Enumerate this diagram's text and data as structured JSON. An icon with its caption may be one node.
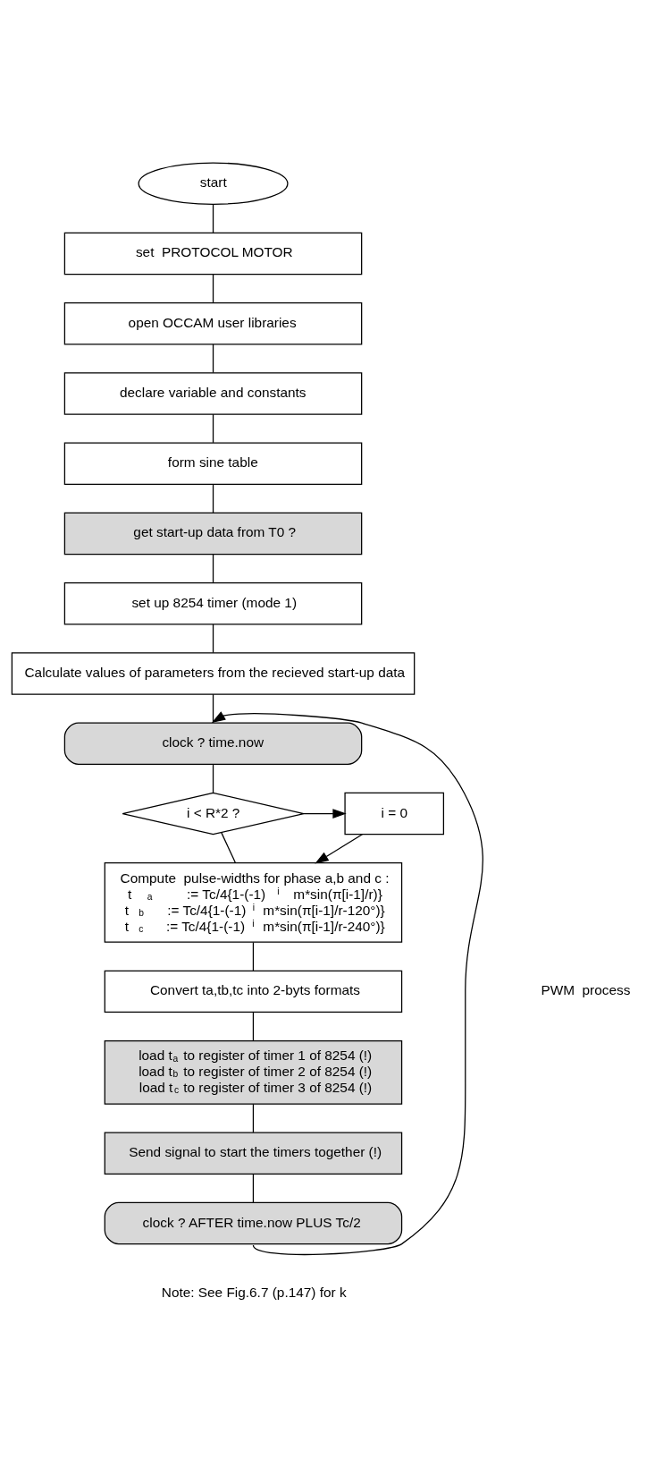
{
  "diagram": {
    "nodes": [
      {
        "text": [
          "start"
        ]
      },
      {
        "text": [
          "set  PROTOCOL MOTOR"
        ]
      },
      {
        "text": [
          "open OCCAM user libraries"
        ]
      },
      {
        "text": [
          "declare variable and constants"
        ]
      },
      {
        "text": [
          "form sine table"
        ]
      },
      {
        "text": [
          "get start-up data from T0 ?"
        ]
      },
      {
        "text": [
          "set up 8254 timer (mode 1)"
        ]
      },
      {
        "text": [
          "Calculate values of parameters from the recieved start-up data"
        ]
      },
      {
        "text": [
          "clock ? time.now"
        ]
      },
      {
        "text": [
          "i < R*2 ?"
        ]
      },
      {
        "text": [
          "i = 0"
        ]
      },
      {
        "text": [
          "Compute  pulse-widths for phase a,b and c :",
          "t$_{a}$ := Tc/4{1-(-1)$^{i}$m*sin(π[i-1]/r)}",
          "t$_{b}$ := Tc/4{1-(-1)$^{i}$m*sin(π[i-1]/r-120°)}",
          "t$_{c}$ := Tc/4{1-(-1)$^{i}$m*sin(π[i-1]/r-240°)}"
        ]
      },
      {
        "text": [
          "Convert ta,tb,tc into 2-byts formats"
        ]
      },
      {
        "text": [
          "load t$_{a}$ to register of timer 1 of 8254 (!)",
          "load t$_{b}$ to register of timer 2 of 8254 (!)",
          "load t$_{c}$ to register of timer 3 of 8254 (!)"
        ]
      },
      {
        "text": [
          "Send signal to start the timers together (!)"
        ]
      },
      {
        "text": [
          "clock ? AFTER time.now PLUS Tc/2"
        ]
      }
    ],
    "edges": [
      {
        "from": 0,
        "to": 1,
        "arrow": "none"
      },
      {
        "from": 1,
        "to": 2,
        "arrow": "none"
      },
      {
        "from": 2,
        "to": 3,
        "arrow": "none"
      },
      {
        "from": 3,
        "to": 4,
        "arrow": "none"
      },
      {
        "from": 4,
        "to": 5,
        "arrow": "none"
      },
      {
        "from": 5,
        "to": 6,
        "arrow": "none"
      },
      {
        "from": 6,
        "to": 7,
        "arrow": "none"
      },
      {
        "from": 7,
        "to": 8,
        "arrow": "none"
      },
      {
        "from": 8,
        "to": 9,
        "arrow": "none"
      },
      {
        "from": 9,
        "to": 10,
        "arrow": "to"
      },
      {
        "from": 10,
        "to": 11,
        "arrow": "to"
      },
      {
        "from": 9,
        "to": 11,
        "arrow": "none"
      },
      {
        "from": 11,
        "to": 12,
        "arrow": "none"
      },
      {
        "from": 12,
        "to": 13,
        "arrow": "none"
      },
      {
        "from": 13,
        "to": 14,
        "arrow": "none"
      },
      {
        "from": 14,
        "to": 15,
        "arrow": "none"
      },
      {
        "from": 15,
        "to": 8,
        "arrow": "to"
      }
    ],
    "labels": [
      "PWM  process",
      "Note: See Fig.6.7 (p.147) for k"
    ]
  }
}
